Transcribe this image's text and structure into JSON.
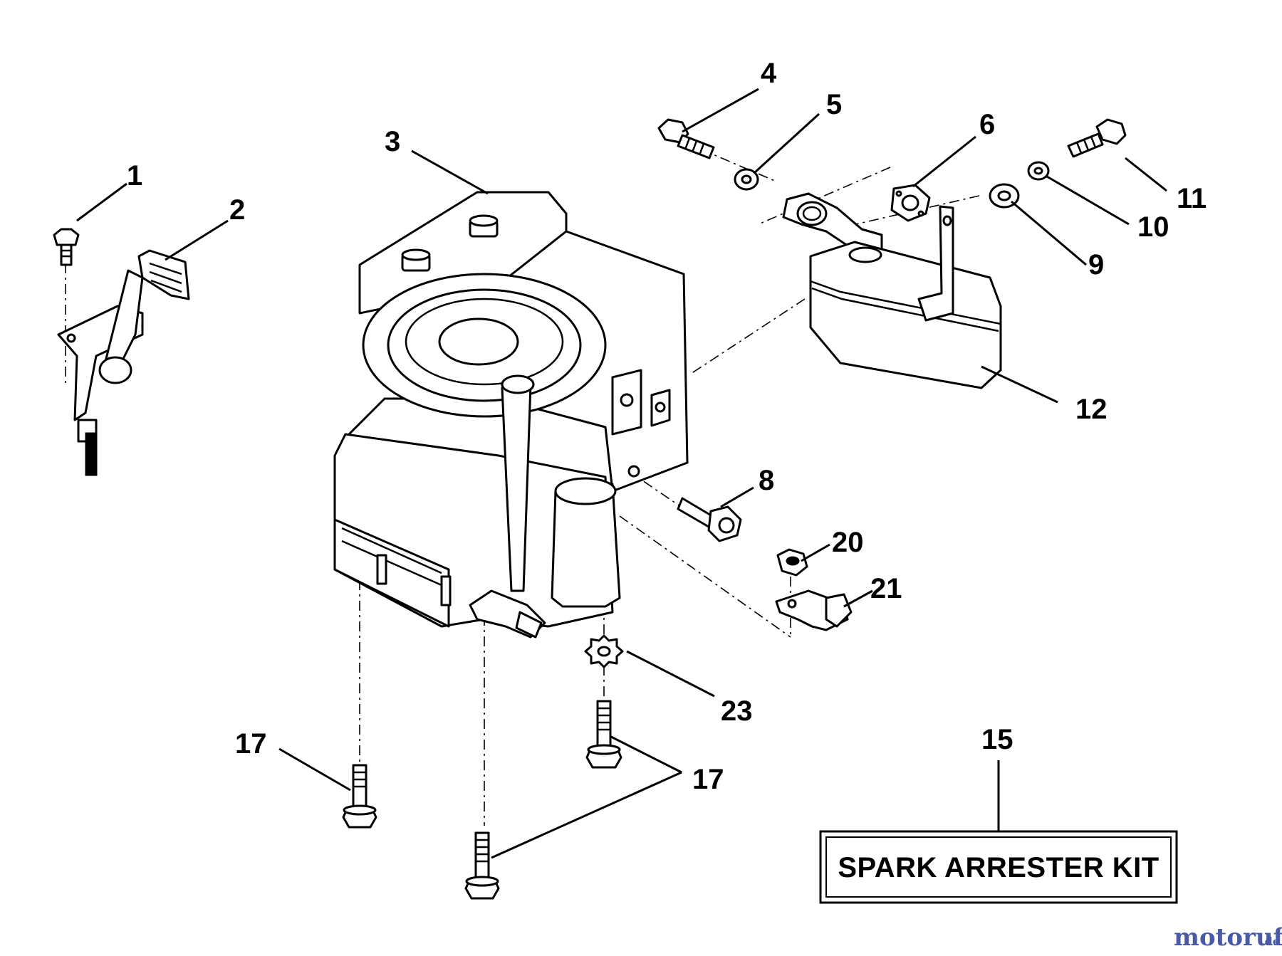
{
  "callouts": {
    "c1": "1",
    "c2": "2",
    "c3": "3",
    "c4": "4",
    "c5": "5",
    "c6": "6",
    "c8": "8",
    "c9": "9",
    "c10": "10",
    "c11": "11",
    "c12": "12",
    "c15": "15",
    "c17a": "17",
    "c17b": "17",
    "c20": "20",
    "c21": "21",
    "c23": "23"
  },
  "kit": {
    "label": "SPARK ARRESTER KIT"
  },
  "watermark": {
    "brand_main": "motoruf",
    "brand_suffix": ".de"
  },
  "colors": {
    "watermark_main": "#4a5aa8",
    "watermark_accent": "#c0392b"
  }
}
